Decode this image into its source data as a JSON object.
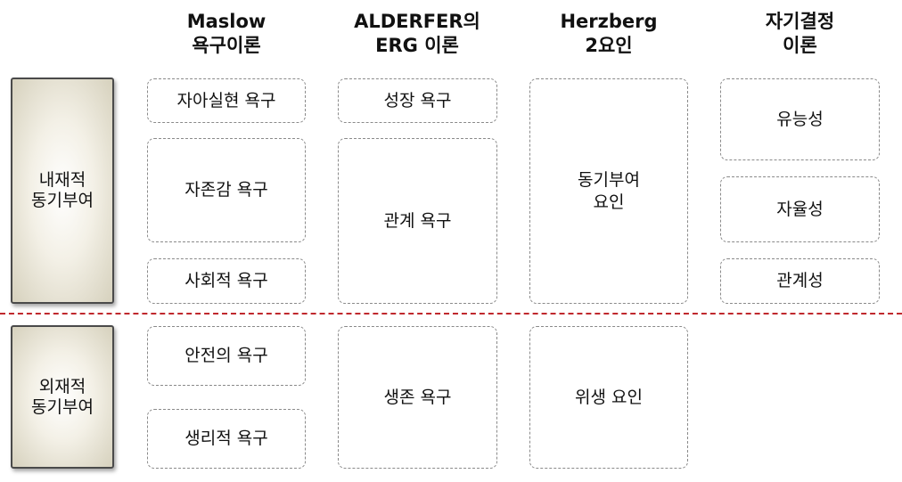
{
  "headers": {
    "maslow": [
      "Maslow",
      "욕구이론"
    ],
    "alderfer": [
      "ALDERFER의",
      "ERG 이론"
    ],
    "herzberg": [
      "Herzberg",
      "2요인"
    ],
    "sdt": [
      "자기결정",
      "이론"
    ]
  },
  "sides": {
    "intrinsic": [
      "내재적",
      "동기부여"
    ],
    "extrinsic": [
      "외재적",
      "동기부여"
    ]
  },
  "maslow": {
    "self_actualization": "자아실현 욕구",
    "esteem": "자존감 욕구",
    "social": "사회적 욕구",
    "safety": "안전의 욕구",
    "physiological": "생리적 욕구"
  },
  "alderfer": {
    "growth": "성장 욕구",
    "relatedness": "관계 욕구",
    "existence": "생존 욕구"
  },
  "herzberg": {
    "motivators": [
      "동기부여",
      "요인"
    ],
    "hygiene": "위생 요인"
  },
  "sdt": {
    "competence": "유능성",
    "autonomy": "자율성",
    "relatedness": "관계성"
  },
  "colors": {
    "divider": "#c0282d",
    "box_border": "#8a8a8a"
  }
}
